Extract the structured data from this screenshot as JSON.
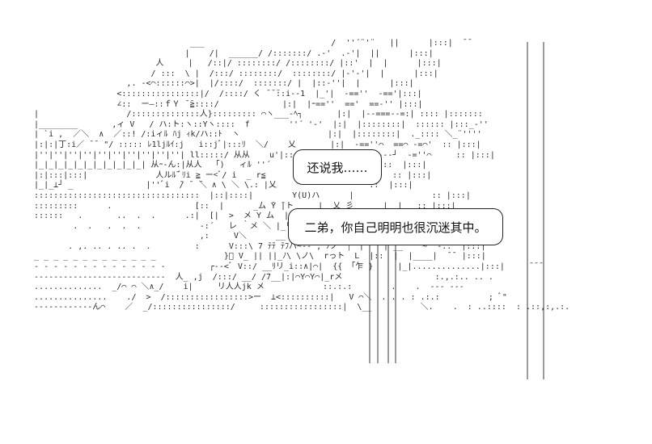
{
  "dialogue": [
    {
      "speaker_position": "upper",
      "text": "还说我……"
    },
    {
      "speaker_position": "lower",
      "text": "二弟，你自己明明也很沉迷其中。"
    }
  ],
  "colors": {
    "background": "#ffffff",
    "ink": "#2a2a2a",
    "bubble_border": "#222222"
  },
  "ascii_art": {
    "rows": [
      "                                  ___                          /  ''´¨'¨   ||      |:::|  ̄ ̄",
      "                                 |    /|  ______/ /:::::::/ .-'  .-'|  ||      |:::|",
      "                           人     |   /::|/ ::::::::/ /::::::::/ |::'  |  |      |:::|",
      "                          / :::  \\ |  /:::/ ::::::::/  ::::::::/ |-'-'|  |      |:::|",
      "                     ,. -<⌒::::::⌒>|  |/::::/  :::::::/ |  |::-''|  |      |:::|",
      "                   <::::::::::::::::|/  /::::/ く ̄ ̄ ̄::i--1  |_'|  -==''  -=='|:::|",
      "                   ∠::  ー―::ｆＹ ̄ ̄≧::::/             |:|  |ｰ==''  =='  ==-'' |:::|",
      "  |                  /::::::::::::::人}::::::::: ⌒ヽ___-ﾍ┐       |:|  |--===--=:| :::: |:::::::",
      "  |________       ,ィ V   / ハ:ト:ヽ::Yヽ::::  f        ''´ '-'  |:|  |::::::::|  :::::: |:::_-''",
      "  | `i ,  ／＼  ∧  ／::! /:iィﾙ ﾊj ｨk/ハ::ﾄ  ヽ                  |:|  |::::::::|  ._:::: ＼_¨''''",
      "  |:|:|丁:i／ ̄ ̄  \"/ ::::: ﾚ1ljﾙｲ:j   i::jﾞ|:::ﾘ  ＼/    乂       |:|  -==''⌒  ==⌒ -=⌒'  :: |:::|",
      "  |''|''|''|''|''|''|''|''|''|''| ll:::::/ 从从    u'|:::リ二--───|_|__  ----┘  -=''⌒     :: |:::|",
      "  |_|_|_|_|_|_|_|_|_|_|_| 从ｰ-ん:|从人  「)   ィﾙ ''´          ___          ::  |:::|",
      "  |:|:::|:::|              人ルﾙ ̄ﾞﾘi ≧ ー<ﾞ/ i  _ r≦                          :: |:::|",
      "  |_|_⊥┘ _               |''ﾞi  ̄/ ̄  ̄＼ ∧ \\ ＼ \\.: |乂                   ::  |:::|",
      "  ::::::::::::::::::::::::::::::::::  |::|::::|        Y(U)ハ      |                :: |:::|",
      "  :::::::::      .                 [::  |      _ム ̄Y ̄|ト     |__乂_彡      |  |   :: |:::|",
      "  ::::::   .       ..  .  .      .:|  [|  >  メ Y ム  |  |ﾊ  ノ               |  |   :: |:::|",
      "          .  .   .  .  .            -:´   レ ｀メ ＼ |_リ_)  \\|:丁「|_________  |  |   :: |:::|",
      "                                    ,:     V＼      __      <  |l  ̄ ̄ ̄ヽ ----  |   |--┐     |:::|",
      "         . ,. .. . .. .  .         :      V:::\\ 7 ﾃﾃ ﾃﾌハ~-- , ﾉノ ̄ |ﾞ'|    | __    ~''-..  |:::|",
      "  _ _ _ _ _ _ _ _ _ _ _ _ _              }ﾞ V_ || ||_ﾉ\\ \\ノ\\  rっト  L  |::  |  |____|  ̄ ̄  |:::|",
      "  - - - - - - - - - - - - - -         ┌--<ﾞ V::/ __ﾘリ_i::∧|⌒|  {{ 「乍 }     |_|..............|:::|     ̄ ̄ ̄",
      "  ---------------------------  人_ ,j  /:::/ __/ /7__|:|⌒Y⌒Y⌒|_rメ                   :.,.:.. .. .",
      "  ..............  _/⌒ ⌒ ＼∧_/    i|     リ人人jk メ            ::.:.:        .    .  --- ---",
      "  ...............    ./  >  /:::::::::::::::::>ー  ⊥<::::::::::|   V ⌒＼  . . . : .:.:          ; ﾞ\"",
      "  ------------ん⌒    ／  _/::::::::::::::::/     :::::::::::::::::|  \\__          ＼.    .  : ..::::  : .::,:,.:."
    ]
  }
}
